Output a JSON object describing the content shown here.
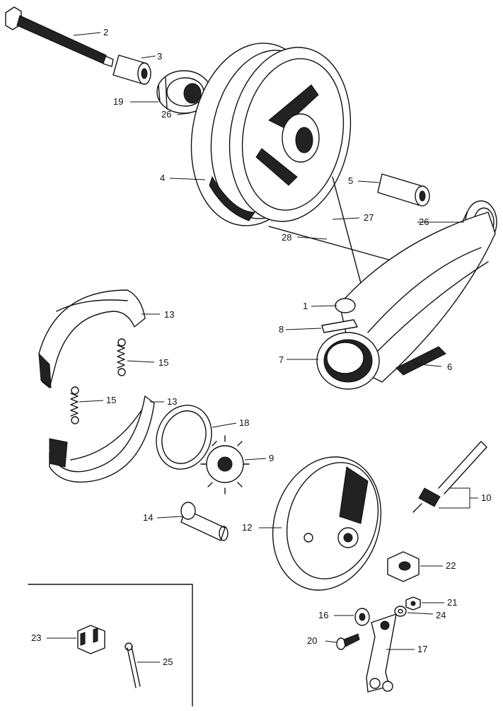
{
  "diagram": {
    "part_numbers": [
      "1",
      "2",
      "3",
      "4",
      "5",
      "6",
      "7",
      "8",
      "9",
      "10",
      "12",
      "13",
      "14",
      "15",
      "16",
      "17",
      "18",
      "19",
      "20",
      "21",
      "22",
      "23",
      "24",
      "25",
      "26",
      "27",
      "28"
    ]
  }
}
